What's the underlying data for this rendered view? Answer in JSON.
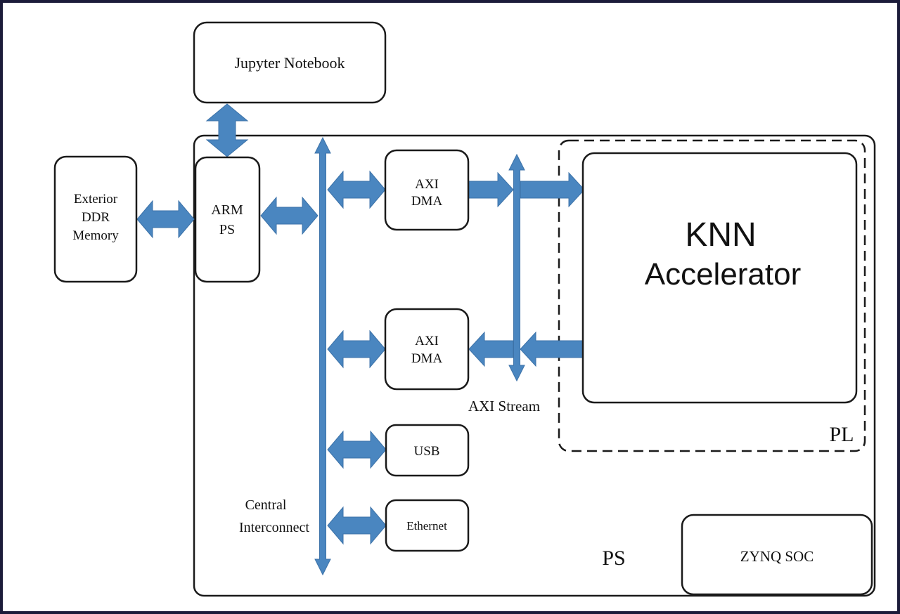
{
  "colors": {
    "arrow": "#4a86c0",
    "frame": "#1c1c3a",
    "box_stroke": "#1a1a1a"
  },
  "blocks": {
    "jupyter": "Jupyter Notebook",
    "ddr": [
      "Exterior",
      "DDR",
      "Memory"
    ],
    "arm": [
      "ARM",
      "PS"
    ],
    "dma1": [
      "AXI",
      "DMA"
    ],
    "dma2": [
      "AXI",
      "DMA"
    ],
    "usb": "USB",
    "ethernet": "Ethernet",
    "knn": [
      "KNN",
      "Accelerator"
    ],
    "zynq": "ZYNQ SOC"
  },
  "labels": {
    "pl": "PL",
    "ps": "PS",
    "axi_stream": "AXI Stream",
    "interconnect": [
      "Central",
      "Interconnect"
    ]
  }
}
